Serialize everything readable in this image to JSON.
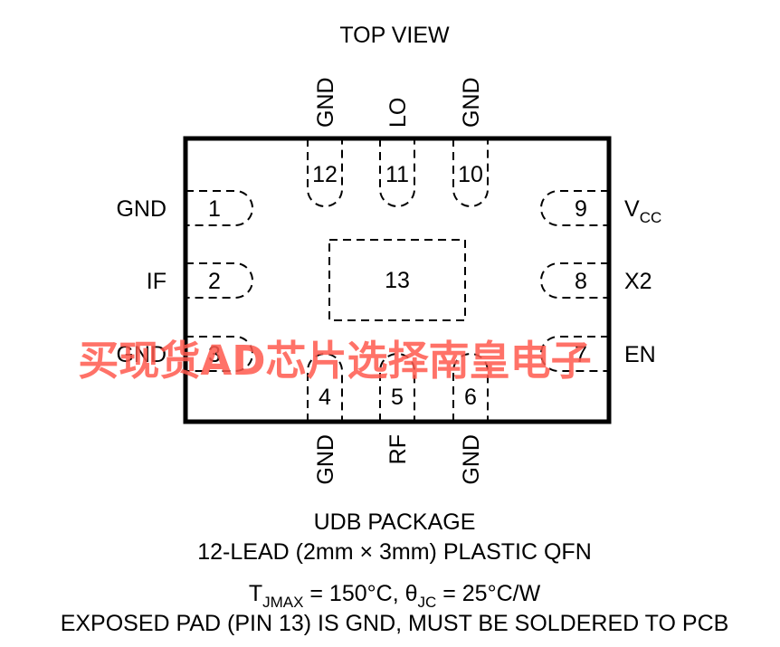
{
  "title": "TOP VIEW",
  "pins": {
    "p1": {
      "num": "1",
      "name": "GND"
    },
    "p2": {
      "num": "2",
      "name": "IF"
    },
    "p3": {
      "num": "3",
      "name": "GND"
    },
    "p4": {
      "num": "4",
      "name": "GND"
    },
    "p5": {
      "num": "5",
      "name": "RF"
    },
    "p6": {
      "num": "6",
      "name": "GND"
    },
    "p7": {
      "num": "7",
      "name": "EN"
    },
    "p8": {
      "num": "8",
      "name": "X2"
    },
    "p9": {
      "num": "9",
      "name_main": "V",
      "name_sub": "CC"
    },
    "p10": {
      "num": "10",
      "name": "GND"
    },
    "p11": {
      "num": "11",
      "name": "LO"
    },
    "p12": {
      "num": "12",
      "name": "GND"
    },
    "p13": {
      "num": "13"
    }
  },
  "caption": {
    "line1": "UDB PACKAGE",
    "line2": "12-LEAD (2mm × 3mm) PLASTIC QFN",
    "tj_T": "T",
    "tj_sub": "JMAX",
    "tj_mid": " = 150°C, θ",
    "jc_sub": "JC",
    "tj_end": " = 25°C/W",
    "line4": "EXPOSED PAD (PIN 13) IS GND, MUST BE SOLDERED TO PCB"
  },
  "watermark": "买现货AD芯片选择南皇电子"
}
